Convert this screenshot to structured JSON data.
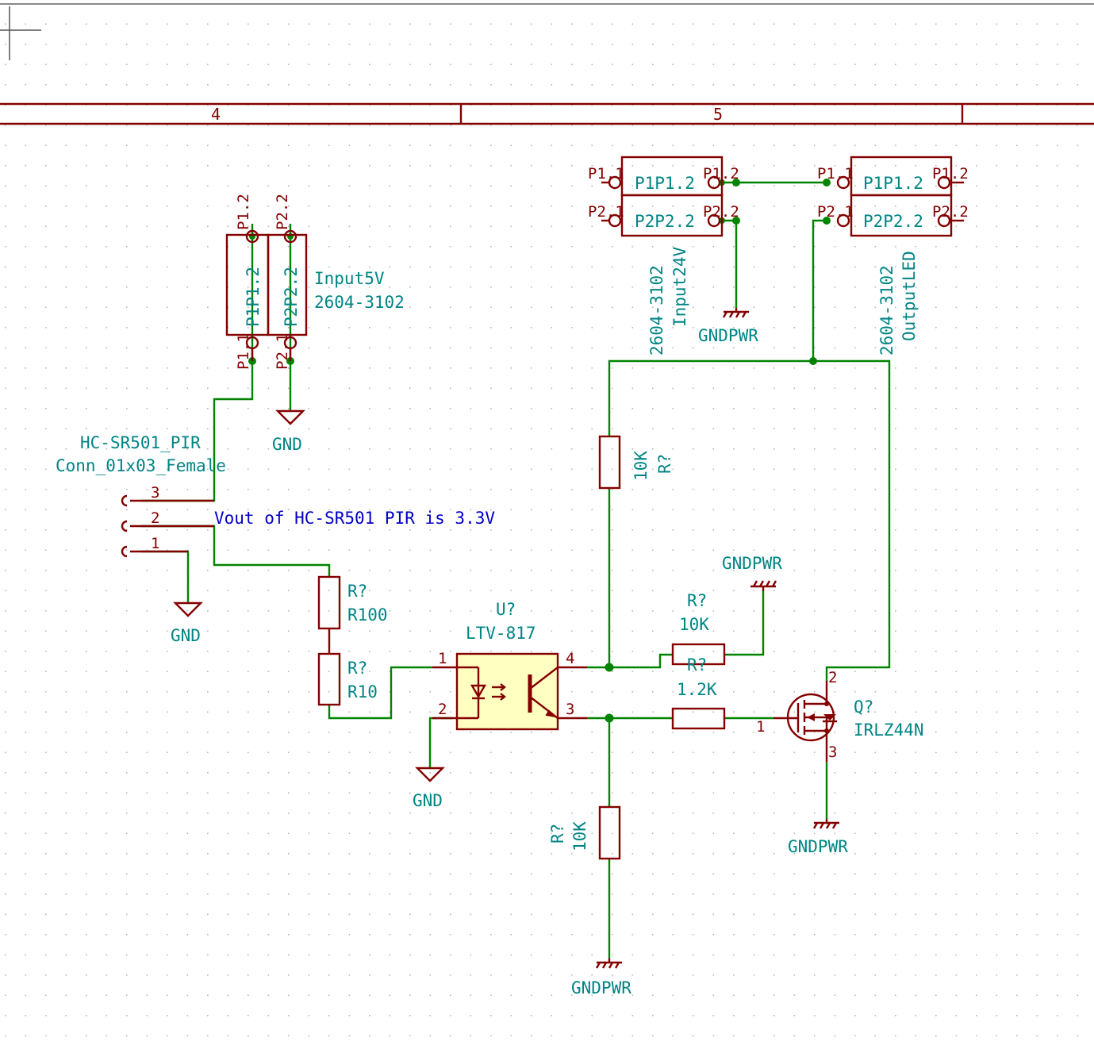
{
  "sheet": {
    "border_columns": [
      "4",
      "5"
    ]
  },
  "colors": {
    "background": "#ffffff",
    "grid_dot": "#b8b8b8",
    "wire": "#008400",
    "symbol": "#840000",
    "ref_text": "#008484",
    "note_text": "#0000c4",
    "optocoupler_fill": "#ffffc2",
    "sheet_border": "#840000"
  },
  "symbols": {
    "input5v": {
      "name": "Input5V",
      "part": "2604-3102",
      "pins_bottom": [
        "P1.1",
        "P2.1"
      ],
      "pins_top": [
        "P1.2",
        "P2.2"
      ],
      "inner_labels": [
        "P1P1.2",
        "P2P2.2"
      ]
    },
    "input24v": {
      "name": "Input24V",
      "part": "2604-3102",
      "pins_left": [
        "P1.1",
        "P2.1"
      ],
      "pins_right": [
        "P1.2",
        "P2.2"
      ],
      "inner_labels": [
        "P1P1.2",
        "P2P2.2"
      ]
    },
    "outputled": {
      "name": "OutputLED",
      "part": "2604-3102",
      "pins_left": [
        "P1.1",
        "P2.1"
      ],
      "pins_right": [
        "P1.2",
        "P2.2"
      ],
      "inner_labels": [
        "P1P1.2",
        "P2P2.2"
      ]
    },
    "pir": {
      "name": "HC-SR501_PIR",
      "value": "Conn_01x03_Female",
      "pins": [
        "3",
        "2",
        "1"
      ]
    },
    "r_pull_up": {
      "ref": "R?",
      "value": "10K"
    },
    "r100": {
      "ref": "R?",
      "value": "R100"
    },
    "r10": {
      "ref": "R?",
      "value": "R10"
    },
    "r_10k_gnd": {
      "ref": "R?",
      "value": "10K"
    },
    "r_1k2": {
      "ref": "R?",
      "value": "1.2K"
    },
    "r_10k_low": {
      "ref": "R?",
      "value": "10K"
    },
    "optocoupler": {
      "ref": "U?",
      "value": "LTV-817",
      "pins": [
        "1",
        "2",
        "4",
        "3"
      ]
    },
    "mosfet": {
      "ref": "Q?",
      "value": "IRLZ44N",
      "pins": [
        "2",
        "1",
        "3"
      ]
    }
  },
  "power": {
    "gnd_input5v": "GND",
    "gnd_pir": "GND",
    "gnd_opto": "GND",
    "gndpwr_input24v": "GNDPWR",
    "gndpwr_r10k": "GNDPWR",
    "gndpwr_mosfet": "GNDPWR",
    "gndpwr_bottom": "GNDPWR"
  },
  "notes": {
    "vout_note": "Vout of HC-SR501 PIR is 3.3V"
  }
}
